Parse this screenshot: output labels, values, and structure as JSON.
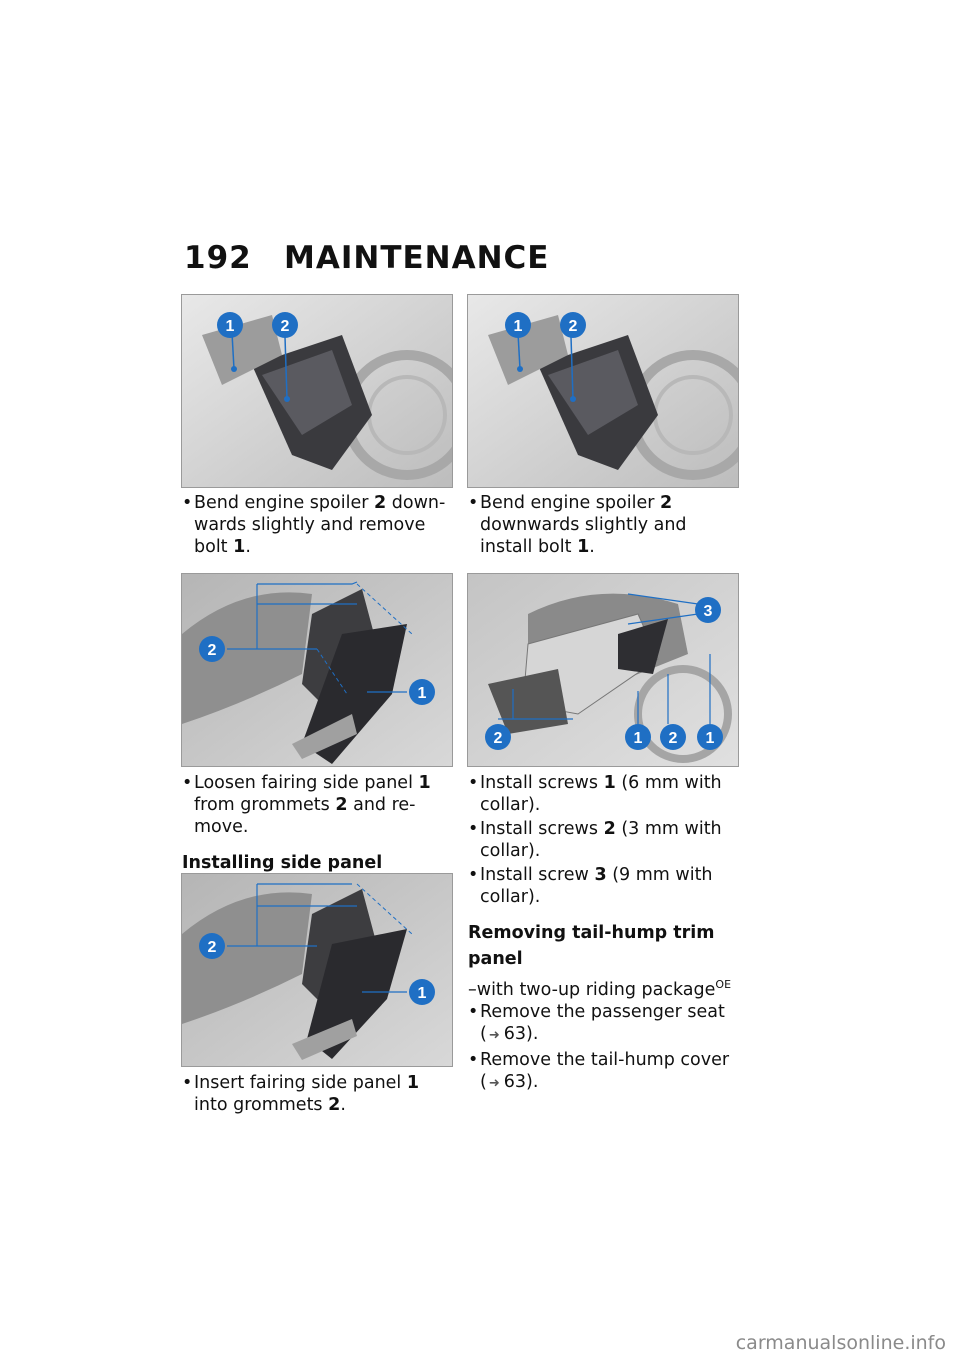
{
  "page": {
    "number": "192",
    "title": "MAINTENANCE"
  },
  "left": {
    "fig1": {
      "callouts": [
        "1",
        "2"
      ]
    },
    "step1": {
      "pre": "Bend engine spoiler",
      "n1": "2",
      "mid": "down-wards slightly and remove bolt",
      "n2": "1",
      "post": "."
    },
    "fig2": {
      "callouts": [
        "2",
        "1"
      ]
    },
    "step2": {
      "pre": "Loosen fairing side panel",
      "n1": "1",
      "mid": "from grommets",
      "n2": "2",
      "post": "and re-move."
    },
    "heading": "Installing side panel",
    "fig3": {
      "callouts": [
        "2",
        "1"
      ]
    },
    "step3": {
      "pre": "Insert fairing side panel",
      "n1": "1",
      "mid": "into grommets",
      "n2": "2",
      "post": "."
    }
  },
  "right": {
    "fig1": {
      "callouts": [
        "1",
        "2"
      ]
    },
    "step1": {
      "pre": "Bend engine spoiler",
      "n1": "2",
      "mid": "downwards slightly and install bolt",
      "n2": "1",
      "post": "."
    },
    "fig2": {
      "callouts": [
        "3",
        "2",
        "1",
        "2",
        "1"
      ]
    },
    "steps": [
      {
        "pre": "Install screws",
        "n": "1",
        "post": "(6 mm with collar)."
      },
      {
        "pre": "Install screws",
        "n": "2",
        "post": "(3 mm with collar)."
      },
      {
        "pre": "Install screw",
        "n": "3",
        "post": "(9 mm with collar)."
      }
    ],
    "heading": "Removing tail-hump trim panel",
    "condition": "–with two-up riding package",
    "condition_sup": "OE",
    "refs": [
      {
        "text": "Remove the passenger seat",
        "page": "63)."
      },
      {
        "text": "Remove the tail-hump cover",
        "page": "63)."
      }
    ]
  },
  "watermark": "carmanualsonline.info",
  "colors": {
    "callout": "#1f6fc4",
    "leader": "#1f6fc4"
  }
}
